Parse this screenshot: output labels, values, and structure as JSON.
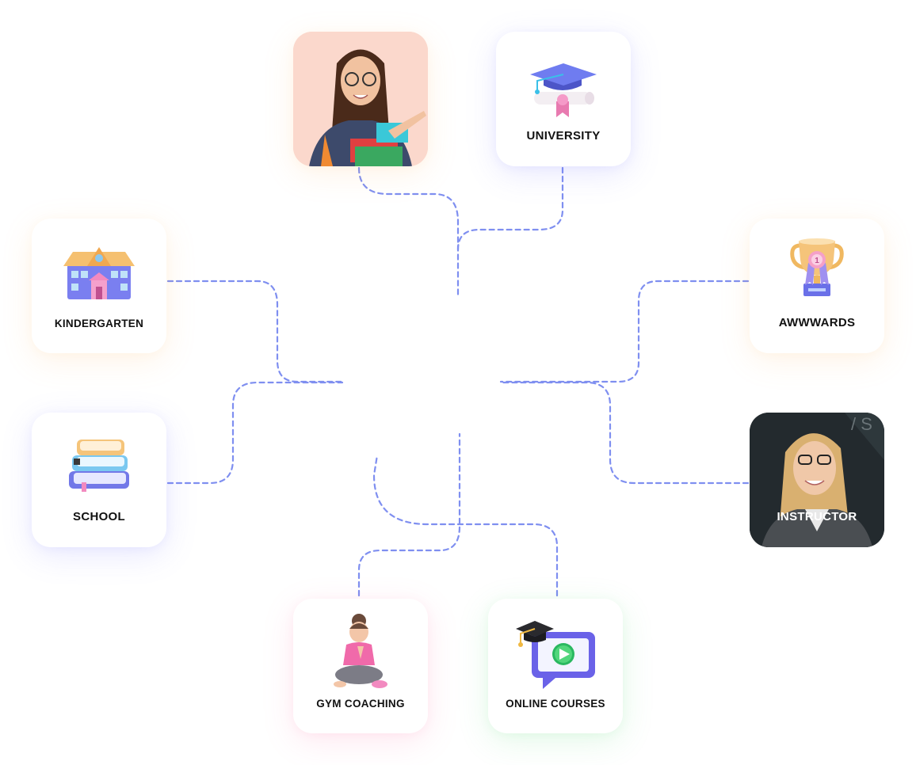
{
  "nodes": {
    "student": {
      "label": ""
    },
    "university": {
      "label": "UNIVERSITY"
    },
    "kindergarten": {
      "label": "KINDERGARTEN"
    },
    "awwwards": {
      "label": "AWWWARDS"
    },
    "school": {
      "label": "SCHOOL"
    },
    "instructor": {
      "label": "INSTRUCTOR"
    },
    "gym": {
      "label": "GYM COACHING"
    },
    "online": {
      "label": "ONLINE COURSES"
    }
  },
  "colors": {
    "connector": "#7f8ff0",
    "card_bg": "#ffffff",
    "student_bg": "#fbd8cc",
    "instructor_bg": "#232a2e"
  },
  "icons": {
    "university": "graduation-cap-diploma-icon",
    "kindergarten": "kindergarten-building-icon",
    "awwwards": "trophy-icon",
    "school": "stack-of-books-icon",
    "gym": "meditating-girl-icon",
    "online": "video-course-chat-icon"
  }
}
